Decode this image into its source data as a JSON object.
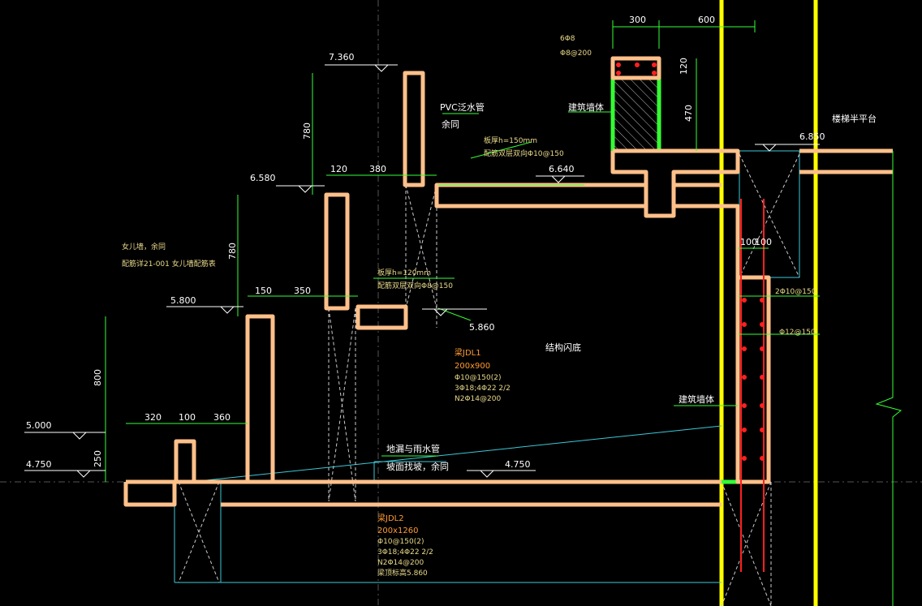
{
  "drawing": {
    "elevations": [
      "7.360",
      "6.580",
      "5.800",
      "5.000",
      "4.750",
      "6.640",
      "6.850",
      "5.860",
      "4.750"
    ],
    "dimensions": [
      "300",
      "600",
      "120",
      "470",
      "780",
      "780",
      "120",
      "380",
      "150",
      "350",
      "800",
      "250",
      "320",
      "100",
      "360",
      "100",
      "100"
    ],
    "labels": {
      "pvc": "PVC泛水管",
      "pvc_sub": "余同",
      "slab_top": "板厚h=150mm",
      "slab_top_sub": "配筋双层双向Φ10@150",
      "slab_mid": "板厚h=120mm",
      "slab_mid_sub": "配筋双层双向Φ8@150",
      "stair": "楼梯半平台",
      "corridor": "结构闪底",
      "bldg_wall_top": "建筑墙体",
      "bldg_wall_right": "建筑墙体",
      "girder_note": "女儿墙，余同",
      "girder_note_sub": "配筋详21-001 女儿墙配筋表",
      "drain": "地漏与雨水管",
      "drain_sub": "坡面找坡，余同",
      "rebar_top_1": "6Φ8",
      "rebar_top_2": "Φ8@200",
      "rebar_right_1": "2Φ10@150",
      "rebar_right_2": "Φ12@150"
    },
    "beam1": {
      "name": "梁JDL1",
      "size": "200x900",
      "lines": [
        "Φ10@150(2)",
        "3Φ18;4Φ22 2/2",
        "N2Φ14@200"
      ]
    },
    "beam2": {
      "name": "梁JDL2",
      "size": "200x1260",
      "lines": [
        "Φ10@150(2)",
        "3Φ18;4Φ22 2/2",
        "N2Φ14@200",
        "梁顶标高5.860"
      ]
    }
  }
}
